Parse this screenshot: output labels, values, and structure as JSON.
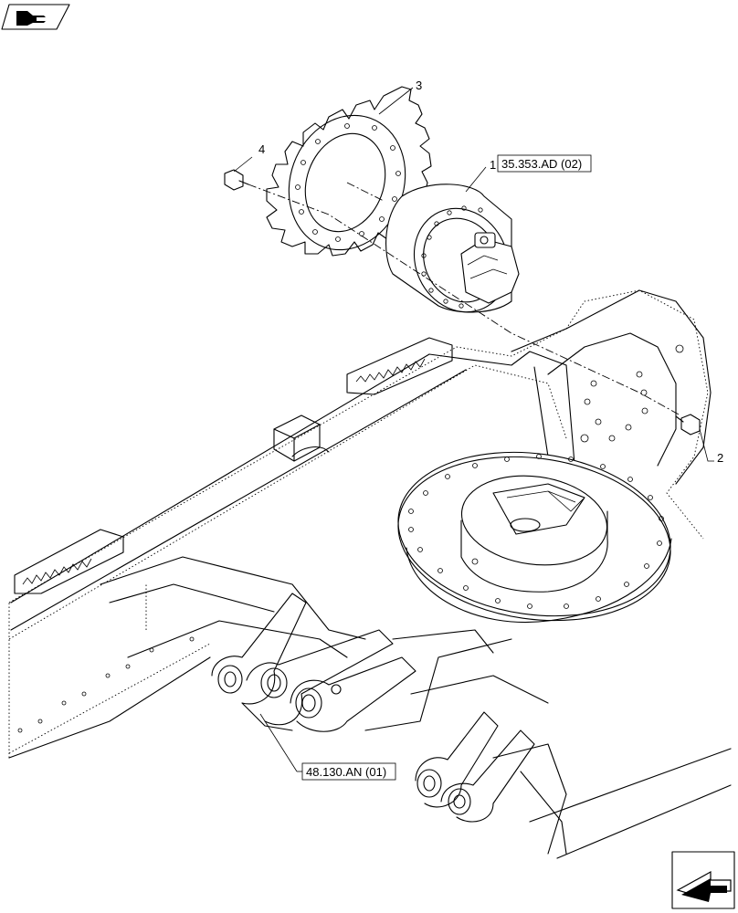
{
  "callouts": [
    {
      "id": "1",
      "label": "1"
    },
    {
      "id": "2",
      "label": "2"
    },
    {
      "id": "3",
      "label": "3"
    },
    {
      "id": "4",
      "label": "4"
    }
  ],
  "references": {
    "motor": "35.353.AD (02)",
    "frame": "48.130.AN (01)"
  },
  "icons": {
    "top_left": "book-pencil-icon",
    "bottom_right": "navigate-arrow-icon"
  }
}
